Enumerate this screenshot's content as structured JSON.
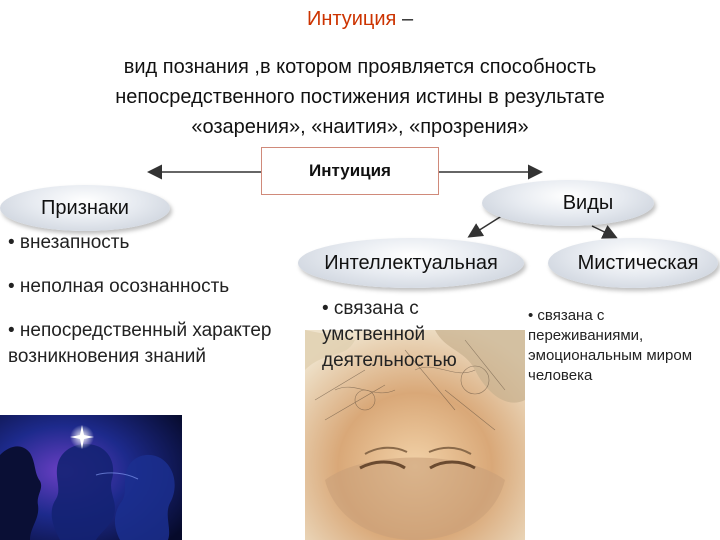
{
  "title": {
    "word": "Интуиция",
    "dash": "–"
  },
  "definition": {
    "line1": "вид познания ,в котором проявляется способность",
    "line2": "непосредственного постижения истины в результате",
    "line3": "«озарения», «наития», «прозрения»"
  },
  "center_box": "Интуиция",
  "signs": {
    "heading": "Признаки",
    "items": [
      "• внезапность",
      "• неполная осознанность",
      "• непосредственный характер возникновения знаний"
    ]
  },
  "types": {
    "heading": "Виды",
    "intellectual": {
      "label": "Интеллектуальная",
      "description": "• связана с умственной деятельностью"
    },
    "mystical": {
      "label": "Мистическая",
      "description": "• связана с переживаниями, эмоциональным миром человека"
    }
  },
  "colors": {
    "title": "#cc3300",
    "box_border": "#d08a7a",
    "ellipse": "#d4d9e2"
  }
}
